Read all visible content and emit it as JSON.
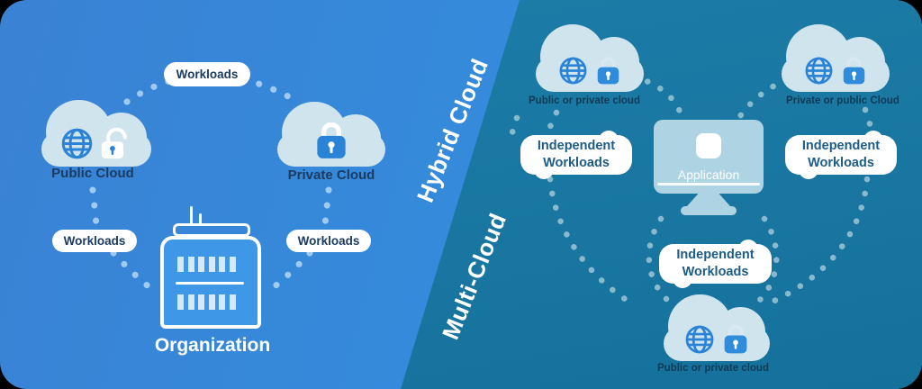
{
  "band": {
    "hybrid_label": "Hybrid Cloud",
    "multi_label": "Multi-Cloud"
  },
  "left_panel": {
    "workloads_pill_top": "Workloads",
    "workloads_pill_left": "Workloads",
    "workloads_pill_right": "Workloads",
    "public_cloud_label": "Public Cloud",
    "private_cloud_label": "Private Cloud",
    "organization_label": "Organization"
  },
  "right_panel": {
    "cloud_top_left_label": "Public or private cloud",
    "cloud_top_right_label": "Private or public Cloud",
    "cloud_bottom_label": "Public or private cloud",
    "application_label": "Application",
    "pill_left_line1": "Independent",
    "pill_left_line2": "Workloads",
    "pill_right_line1": "Independent",
    "pill_right_line2": "Workloads",
    "pill_bottom_line1": "Independent",
    "pill_bottom_line2": "Workloads"
  },
  "colors": {
    "left_bg_start": "#3a82d4",
    "left_bg_end": "#3093e2",
    "right_bg_start": "#1d7ea9",
    "right_bg_end": "#15719b",
    "cloud_fill": "#d0e4ee",
    "icon_blue": "#2b83d6",
    "lock_blue": "#2f8cdb",
    "shackle_light": "#d9e8f1",
    "navy_text": "#1b3c62",
    "right_caption_text": "#0e3a56",
    "independent_text": "#1d5c87",
    "dots_left": "#a8d0f4",
    "dots_right": "#9cc5d7",
    "building_fill": "#3f98e7",
    "window_fill": "#d5e9fb",
    "monitor_fill": "#aed3e3",
    "white": "#ffffff"
  }
}
